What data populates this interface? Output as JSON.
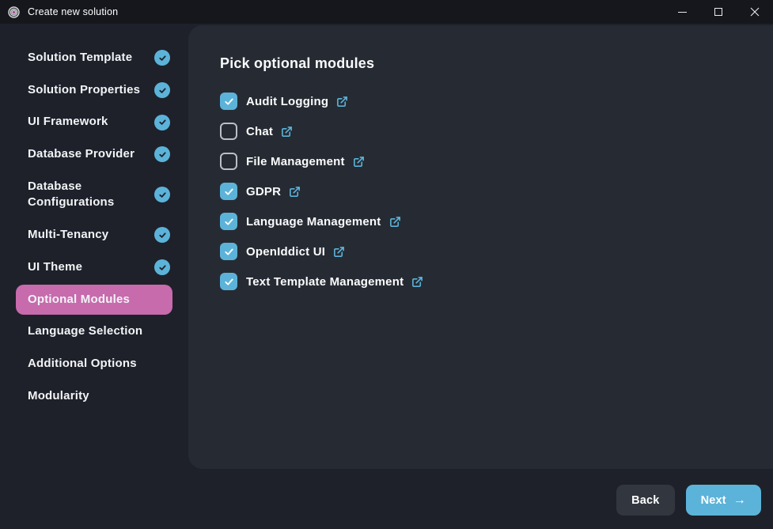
{
  "window": {
    "title": "Create new solution",
    "controls": [
      {
        "name": "minimize",
        "glyph": "minimize"
      },
      {
        "name": "maximize",
        "glyph": "maximize"
      },
      {
        "name": "close",
        "glyph": "close"
      }
    ]
  },
  "sidebar": {
    "items": [
      {
        "label": "Solution Template",
        "completed": true,
        "active": false
      },
      {
        "label": "Solution Properties",
        "completed": true,
        "active": false
      },
      {
        "label": "UI Framework",
        "completed": true,
        "active": false
      },
      {
        "label": "Database Provider",
        "completed": true,
        "active": false
      },
      {
        "label": "Database Configurations",
        "completed": true,
        "active": false
      },
      {
        "label": "Multi-Tenancy",
        "completed": true,
        "active": false
      },
      {
        "label": "UI Theme",
        "completed": true,
        "active": false
      },
      {
        "label": "Optional Modules",
        "completed": false,
        "active": true
      },
      {
        "label": "Language Selection",
        "completed": false,
        "active": false
      },
      {
        "label": "Additional Options",
        "completed": false,
        "active": false
      },
      {
        "label": "Modularity",
        "completed": false,
        "active": false
      }
    ]
  },
  "content": {
    "heading": "Pick optional modules",
    "modules": [
      {
        "label": "Audit Logging",
        "checked": true
      },
      {
        "label": "Chat",
        "checked": false
      },
      {
        "label": "File Management",
        "checked": false
      },
      {
        "label": "GDPR",
        "checked": true
      },
      {
        "label": "Language Management",
        "checked": true
      },
      {
        "label": "OpenIddict UI",
        "checked": true
      },
      {
        "label": "Text Template Management",
        "checked": true
      }
    ]
  },
  "footer": {
    "back_label": "Back",
    "next_label": "Next",
    "next_icon": "→"
  },
  "colors": {
    "accent_blue": "#5cb3d9",
    "active_pink": "#c76bad",
    "panel_bg": "#262b33",
    "outer_bg": "#1e212a",
    "titlebar_bg": "#15171c"
  }
}
